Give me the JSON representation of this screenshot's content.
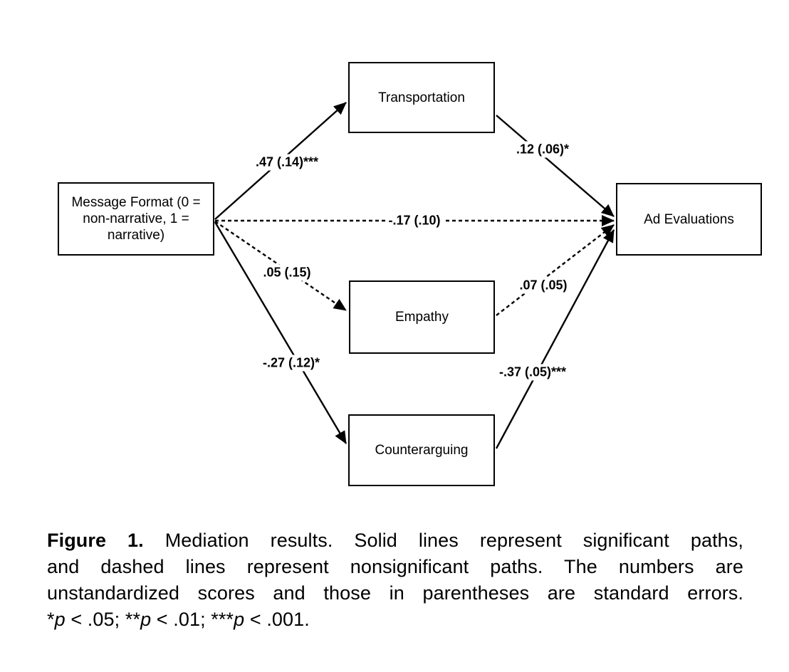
{
  "figure": {
    "nodes": {
      "message_format": {
        "lines": [
          "Message Format (0 =",
          "non-narrative, 1 =",
          "narrative)"
        ]
      },
      "transportation": {
        "label": "Transportation"
      },
      "empathy": {
        "label": "Empathy"
      },
      "counterarguing": {
        "label": "Counterarguing"
      },
      "ad_evaluations": {
        "label": "Ad Evaluations"
      }
    },
    "paths": [
      {
        "from": "Message Format",
        "to": "Transportation",
        "coefficient": ".47 (.14)***",
        "style": "solid"
      },
      {
        "from": "Transportation",
        "to": "Ad Evaluations",
        "coefficient": ".12 (.06)*",
        "style": "solid"
      },
      {
        "from": "Message Format",
        "to": "Ad Evaluations",
        "coefficient": "-.17 (.10)",
        "style": "dashed"
      },
      {
        "from": "Message Format",
        "to": "Empathy",
        "coefficient": ".05 (.15)",
        "style": "dashed"
      },
      {
        "from": "Empathy",
        "to": "Ad Evaluations",
        "coefficient": ".07 (.05)",
        "style": "dashed"
      },
      {
        "from": "Message Format",
        "to": "Counterarguing",
        "coefficient": "-.27 (.12)*",
        "style": "solid"
      },
      {
        "from": "Counterarguing",
        "to": "Ad Evaluations",
        "coefficient": "-.37 (.05)***",
        "style": "solid"
      }
    ],
    "colors": {
      "line": "#000000",
      "background": "#ffffff"
    }
  },
  "caption": {
    "label": "Figure 1.",
    "line1_rest": " Mediation results. Solid lines represent significant paths,",
    "line2": "and dashed lines represent nonsignificant paths. The numbers are",
    "line3": "unstandardized scores and those in parentheses are standard errors.",
    "sig": {
      "s1": "*",
      "p1": "p",
      "s2": " < .05; **",
      "p2": "p",
      "s3": " < .01; ***",
      "p3": "p",
      "s4": " < .001."
    }
  }
}
